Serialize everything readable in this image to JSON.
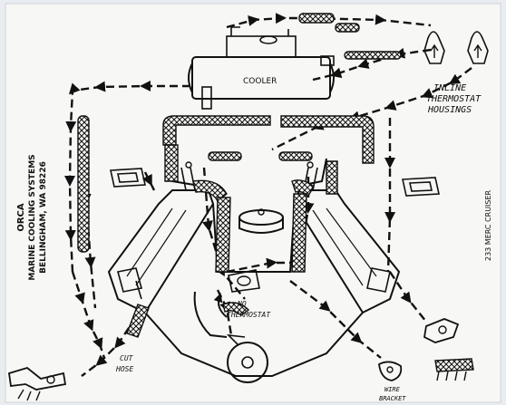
{
  "labels": {
    "cooler": "COOLER",
    "inline_1": "INLINE",
    "inline_2": "THERMOSTAT",
    "inline_3": "HOUSINGS",
    "no_thermostat_1": "NO",
    "no_thermostat_2": "THERMOSTAT",
    "cut_hose_1": "CUT",
    "cut_hose_2": "HOSE",
    "wire_bracket_1": "WIRE",
    "wire_bracket_2": "BRACKET"
  },
  "company": {
    "name": "ORCA",
    "line1": "MARINE COOLING SYSTEMS",
    "line2": "BELLINGHAM, WA  98226"
  },
  "model": "233 MERC CRUISER",
  "colors": {
    "ink": "#111111",
    "paper": "#f7f7f5"
  }
}
